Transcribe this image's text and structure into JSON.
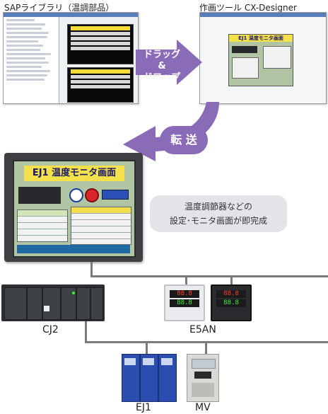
{
  "top_left_label": "SAPライブラリ（温調部品）",
  "top_right_label": "作画ツール CX-Designer",
  "arrow_drag_drop": "ドラッグ\n&\nドロップ",
  "arrow_transfer": "転 送",
  "hmi_screen_title": "EJ1 温度モニタ画面",
  "small_screen_title": "EJ1 温度モニタ画面",
  "callout_text": "温度調節器などの\n設定･モニタ画面が即完成",
  "device_labels": {
    "plc": "CJ2",
    "controller": "E5AN",
    "temp_unit": "EJ1",
    "inverter": "MV"
  },
  "colors": {
    "arrow_purple": "#8a6bb8",
    "hmi_yellow": "#f3e04a",
    "wire_gray": "#7b7b7b"
  }
}
